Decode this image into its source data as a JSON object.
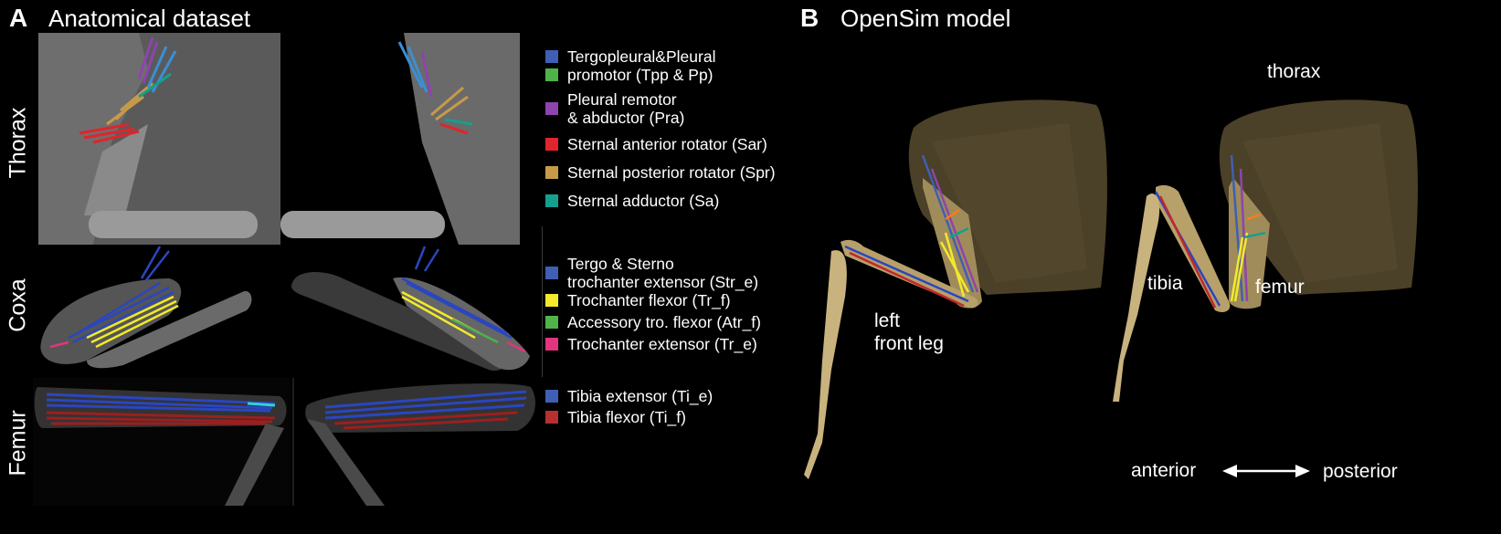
{
  "panel_a": {
    "letter": "A",
    "title": "Anatomical dataset",
    "rows": [
      "Thorax",
      "Coxa",
      "Femur"
    ],
    "legend_thorax": [
      {
        "lines": [
          "Tergopleural&Pleural",
          "promotor (Tpp & Pp)"
        ],
        "color": "#3f5fb5"
      },
      {
        "lines": [
          "",
          ""
        ],
        "color": "#4fb34a"
      },
      {
        "lines": [
          "Pleural remotor",
          "& abductor (Pra)"
        ],
        "color": "#8e44ad"
      },
      {
        "lines": [
          "Sternal anterior rotator (Sar)"
        ],
        "color": "#e0242b"
      },
      {
        "lines": [
          "Sternal posterior rotator (Spr)"
        ],
        "color": "#c79a4a"
      },
      {
        "lines": [
          "Sternal adductor (Sa)"
        ],
        "color": "#14a08f"
      }
    ],
    "legend_coxa": [
      {
        "lines": [
          "Tergo & Sterno",
          "trochanter extensor (Str_e)"
        ],
        "color": "#3f5fb5"
      },
      {
        "lines": [
          "Trochanter flexor (Tr_f)"
        ],
        "color": "#f2ea2a"
      },
      {
        "lines": [
          "Accessory tro. flexor (Atr_f)"
        ],
        "color": "#4fb34a"
      },
      {
        "lines": [
          "Trochanter extensor (Tr_e)"
        ],
        "color": "#e0357f"
      }
    ],
    "legend_femur": [
      {
        "lines": [
          "Tibia extensor (Ti_e)"
        ],
        "color": "#3f5fb5"
      },
      {
        "lines": [
          "Tibia flexor (Ti_f)"
        ],
        "color": "#b5312f"
      }
    ]
  },
  "panel_b": {
    "letter": "B",
    "title": "OpenSim model",
    "labels": {
      "left_front_leg_line1": "left",
      "left_front_leg_line2": "front leg",
      "thorax": "thorax",
      "tibia": "tibia",
      "femur": "femur",
      "anterior": "anterior",
      "posterior": "posterior"
    },
    "colors": {
      "thorax_fill": "#4b4128",
      "leg": "#c8b27e"
    }
  }
}
